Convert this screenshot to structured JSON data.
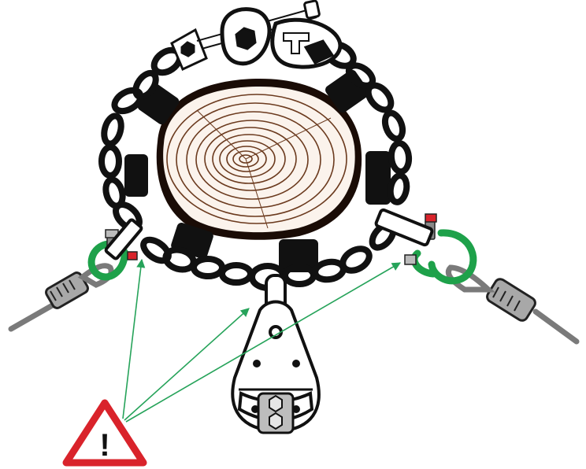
{
  "diagram": {
    "kind": "rigging-illustration",
    "subject": "chain-choker-around-log",
    "components": [
      {
        "name": "log-cross-section"
      },
      {
        "name": "chain-loop"
      },
      {
        "name": "rubber-protector-pads"
      },
      {
        "name": "chain-hook-fitting"
      },
      {
        "name": "green-shackles"
      },
      {
        "name": "wire-rope-thimbles"
      },
      {
        "name": "pulley-block"
      },
      {
        "name": "warning-sign"
      }
    ],
    "warning": {
      "symbol": "!",
      "shape": "triangle"
    },
    "pointer_count": 3,
    "colors": {
      "shackle": "#1ea14a",
      "pointer_arrow": "#26a35a",
      "warning_border": "#d9232b",
      "chain": "#111111",
      "pad": "#111111",
      "wood_ring": "#6b3a1e",
      "bark": "#1a0c06",
      "wire_rope": "#777777",
      "bolt_nut": "#d9232b"
    }
  }
}
